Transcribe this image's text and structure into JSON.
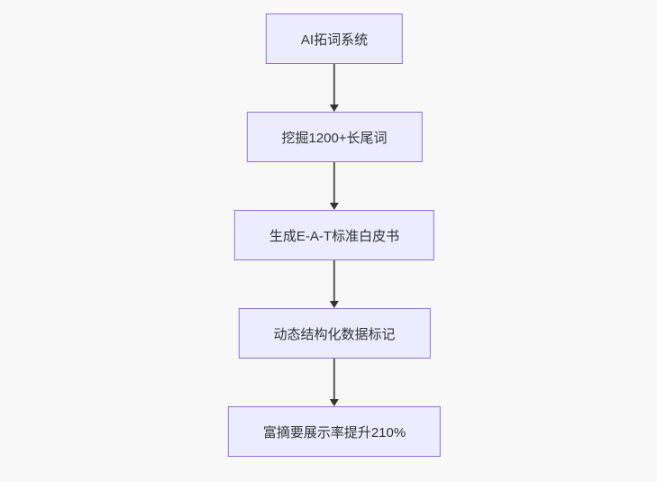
{
  "flowchart": {
    "direction": "top-down",
    "nodes": [
      {
        "id": "n1",
        "label": "AI拓词系统"
      },
      {
        "id": "n2",
        "label": "挖掘1200+长尾词"
      },
      {
        "id": "n3",
        "label": "生成E-A-T标准白皮书"
      },
      {
        "id": "n4",
        "label": "动态结构化数据标记"
      },
      {
        "id": "n5",
        "label": "富摘要展示率提升210%"
      }
    ],
    "edges": [
      {
        "from": "n1",
        "to": "n2",
        "arrow": "down"
      },
      {
        "from": "n2",
        "to": "n3",
        "arrow": "down"
      },
      {
        "from": "n3",
        "to": "n4",
        "arrow": "down"
      },
      {
        "from": "n4",
        "to": "n5",
        "arrow": "down"
      }
    ],
    "colors": {
      "node_fill": "#ECECFF",
      "node_border": "#9370DB",
      "edge": "#555555",
      "arrowhead": "#333333",
      "text": "#333333",
      "background": "#f8f8f8"
    }
  }
}
